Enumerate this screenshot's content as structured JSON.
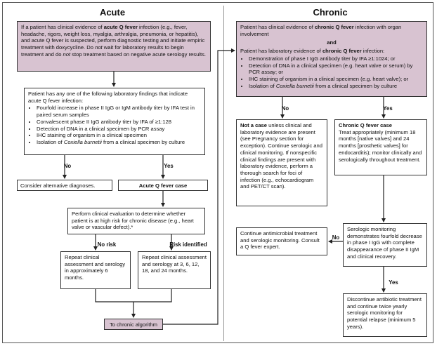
{
  "headers": {
    "acute": "Acute",
    "chronic": "Chronic"
  },
  "acute_start": {
    "t1": "If a patient has clinical evidence of ",
    "t1b": "acute Q fever",
    "t2": " infection (e.g., fever, headache, rigors, weight loss, myalgia, arthralgia, pneumonia, or hepatitis), and acute Q fever is suspected, perform diagnostic testing and initiate empiric treatment with doxycycline. Do ",
    "t2i": "not",
    "t3": " wait for laboratory results to begin treatment and do ",
    "t3i": "not",
    "t4": " stop treatment based on negative acute serology results."
  },
  "acute_lab": {
    "intro": "Patient has any one of the following laboratory findings that indicate acute Q fever infection:",
    "items": [
      "Fourfold increase in phase II IgG or IgM antibody titer by IFA test in paired serum samples",
      "Convalescent phase II IgG antibody titer by IFA of ≥1:128",
      "Detection of DNA in a clinical specimen by PCR assay",
      "IHC staining of organism in a clinical specimen"
    ],
    "last_pre": "Isolation of ",
    "last_em": "Coxiella burnetii",
    "last_post": " from a clinical specimen by culture"
  },
  "labels": {
    "no1": "No",
    "yes1": "Yes",
    "no_risk": "No risk",
    "risk_identified": "Risk identified",
    "c_no": "No",
    "c_yes": "Yes",
    "c_no2": "No",
    "c_yes2": "Yes"
  },
  "alt_dx": "Consider alternative diagnoses.",
  "acute_case": "Acute Q fever case",
  "clin_eval": "Perform clinical evaluation to determine whether patient is at high risk for chronic disease (e.g., heart valve or vascular defect).*",
  "repeat6": "Repeat clinical assessment and serology in approximately 6 months.",
  "repeat_multi": "Repeat clinical assessment and serology at 3, 6, 12, 18, and 24 months.",
  "to_chronic": "To chronic algorithm",
  "chronic_start": {
    "p1a": "Patient has clinical evidence of ",
    "p1b": "chronic Q fever",
    "p1c": " infection with organ involvement",
    "and": "and",
    "p2a": "Patient has laboratory evidence of ",
    "p2b": "chronic Q fever",
    "p2c": " infection:",
    "items": [
      "Demonstration of phase I IgG antibody titer by IFA ≥1:1024; or",
      "Detection of DNA in a clinical specimen (e.g. heart valve or serum) by PCR assay; or",
      "IHC staining of organism in a clinical specimen (e.g. heart valve); or"
    ],
    "last_pre": "Isolation of ",
    "last_em": "Coxiella burnetii",
    "last_post": " from a clinical specimen by culture"
  },
  "not_case": {
    "bold": "Not a case",
    "text": " unless clinical and laboratory evidence are present (see Pregnancy section for exception). Continue serologic and clinical monitoring. If nonspecific clinical findings are present with laboratory evidence, perform a thorough search for foci of infection (e.g., echocardiogram and PET/CT scan)."
  },
  "chronic_case": {
    "title": "Chronic Q fever case",
    "text": "Treat appropriately (minimum 18 months [native valves] and 24 months [prosthetic valves] for endocarditis); monitor clinically and serologically throughout treatment."
  },
  "continue_tx": "Continue antimicrobial treatment and serologic monitoring. Consult a Q fever expert.",
  "sero_monitor": "Serologic monitoring demonstrates fourfold decrease in phase I IgG with complete disappearance of phase II IgM and clinical recovery.",
  "discontinue": "Discontinue antibiotic treatment and continue twice yearly serologic monitoring for potential relapse (minimum 5 years).",
  "colors": {
    "highlight": "#d8c3d1",
    "line": "#222222"
  }
}
